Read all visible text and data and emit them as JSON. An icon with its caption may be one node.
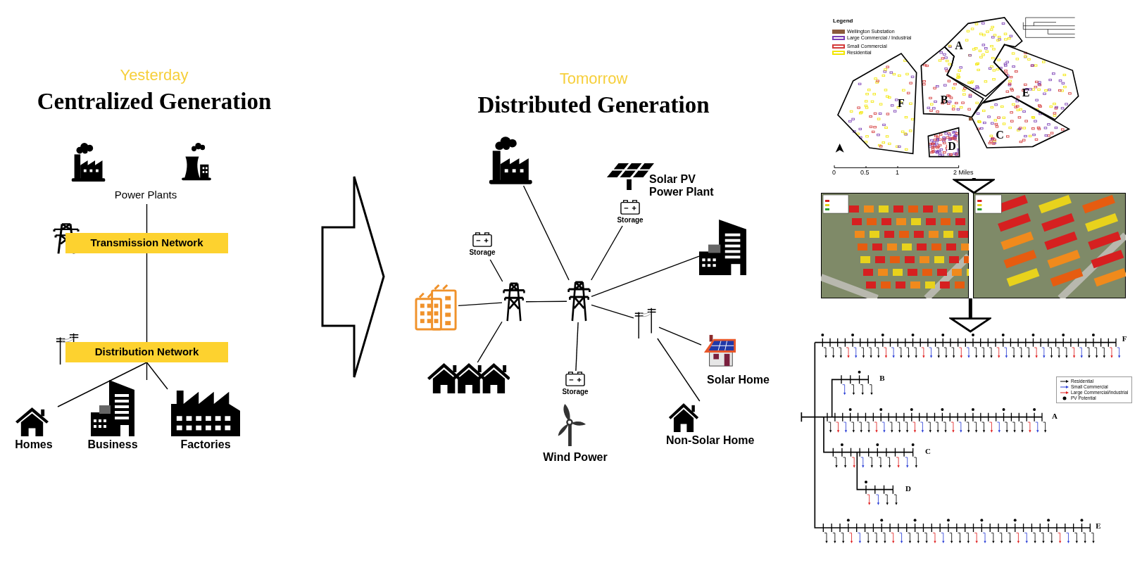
{
  "diagram": {
    "nodes": [
      {
        "text": [
          "Power Plants"
        ]
      },
      {
        "text": [
          "Transmission Network"
        ]
      },
      {
        "text": [
          "Distribution Network"
        ]
      },
      {
        "text": [
          "Homes"
        ]
      },
      {
        "text": [
          "Business"
        ]
      },
      {
        "text": [
          "Factories"
        ]
      },
      {
        "text": [],
        "shape": "picture"
      },
      {
        "text": [
          "Solar PV Power Plant"
        ]
      },
      {
        "text": [
          "Storage"
        ]
      },
      {
        "text": [
          "Storage"
        ]
      },
      {
        "text": [],
        "shape": "picture"
      },
      {
        "text": [],
        "shape": "picture"
      },
      {
        "text": [],
        "shape": "picture"
      },
      {
        "text": [],
        "shape": "picture"
      },
      {
        "text": [],
        "shape": "picture"
      },
      {
        "text": [
          "Solar Home"
        ]
      },
      {
        "text": [],
        "shape": "picture"
      },
      {
        "text": [
          "Storage"
        ]
      },
      {
        "text": [
          "Wind Power"
        ]
      },
      {
        "text": [
          "Non-Solar Home"
        ]
      },
      {
        "text": [],
        "shape": "picture"
      },
      {
        "text": [],
        "shape": "picture"
      },
      {
        "text": [],
        "shape": "picture"
      },
      {
        "text": [],
        "shape": "picture"
      }
    ],
    "edges": [
      {
        "from": 0,
        "to": 1,
        "arrow": "none"
      },
      {
        "from": 1,
        "to": 2,
        "arrow": "none"
      },
      {
        "from": 2,
        "to": 3,
        "arrow": "none"
      },
      {
        "from": 2,
        "to": 4,
        "arrow": "none"
      },
      {
        "from": 2,
        "to": 5,
        "arrow": "none"
      },
      {
        "from": 6,
        "to": 13,
        "arrow": "none"
      },
      {
        "from": 8,
        "to": 13,
        "arrow": "none"
      },
      {
        "from": 9,
        "to": 12,
        "arrow": "none"
      },
      {
        "from": 11,
        "to": 12,
        "arrow": "none"
      },
      {
        "from": 12,
        "to": 13,
        "arrow": "none"
      },
      {
        "from": 16,
        "to": 12,
        "arrow": "none"
      },
      {
        "from": 13,
        "to": 10,
        "arrow": "none"
      },
      {
        "from": 13,
        "to": 14,
        "arrow": "none"
      },
      {
        "from": 14,
        "to": 15,
        "arrow": "none"
      },
      {
        "from": 14,
        "to": 19,
        "arrow": "none"
      },
      {
        "from": 13,
        "to": 17,
        "arrow": "none"
      },
      {
        "from": 20,
        "to": 21,
        "arrow": "to",
        "style": "thick"
      },
      {
        "from": 20,
        "to": 22,
        "arrow": "to",
        "style": "thick"
      },
      {
        "from": 21,
        "to": 23,
        "arrow": "to",
        "style": "thick"
      },
      {
        "from": 22,
        "to": 23,
        "arrow": "to",
        "style": "thick"
      }
    ],
    "labels": [
      "Yesterday",
      "Centralized Generation",
      "Tomorrow",
      "Distributed Generation",
      "Legend",
      "A",
      "E",
      "B",
      "F",
      "C",
      "D",
      "0",
      "0.5",
      "1",
      "2 Miles",
      "F",
      "B",
      "A",
      "C",
      "D",
      "E"
    ],
    "legend": [
      {
        "text": "Wellington Substation",
        "color": "#8b5a3c"
      },
      {
        "text": "Large Commercial / Industrial",
        "color": "#7b3fb5"
      },
      {
        "text": "Small Commercial",
        "color": "#d43a3a"
      },
      {
        "text": "Residential",
        "color": "#f2e600"
      },
      {
        "text": "Residential"
      },
      {
        "text": "Small Commercial"
      },
      {
        "text": "Large Commercial/Industrial"
      },
      {
        "text": "PV Potential"
      }
    ]
  }
}
